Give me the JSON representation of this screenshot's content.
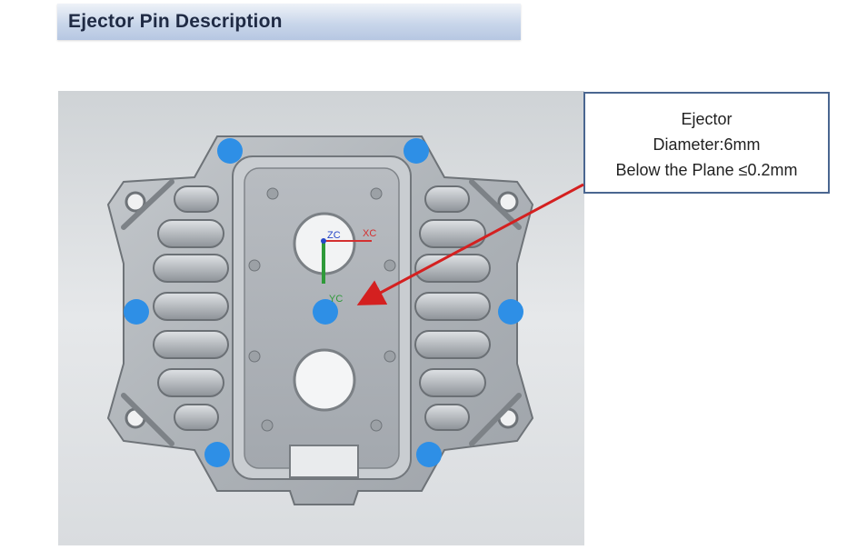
{
  "header": {
    "title": "Ejector Pin Description"
  },
  "callout": {
    "line1": "Ejector",
    "line2": "Diameter:6mm",
    "line3": "Below the Plane ≤0.2mm"
  },
  "axes": {
    "z_label": "ZC",
    "x_label": "XC",
    "y_label": "YC"
  },
  "colors": {
    "ejector_pin": "#2e8fe6",
    "arrow": "#d42020",
    "callout_border": "#4a6690"
  },
  "icons": [
    "ejector-pin-marker",
    "axis-triad-icon",
    "callout-arrow"
  ]
}
